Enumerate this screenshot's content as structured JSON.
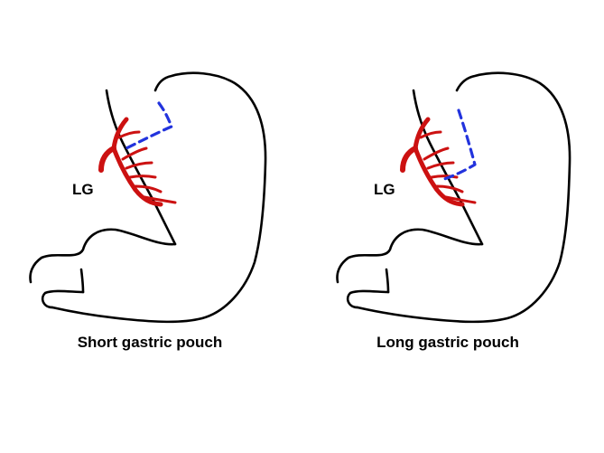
{
  "colors": {
    "outline": "#000000",
    "vessel": "#cc1111",
    "transection_line": "#2233dd",
    "background": "#ffffff"
  },
  "panels": [
    {
      "caption": "Short gastric pouch",
      "vessel_label": "LG",
      "variant": "short"
    },
    {
      "caption": "Long gastric pouch",
      "vessel_label": "LG",
      "variant": "long"
    }
  ]
}
